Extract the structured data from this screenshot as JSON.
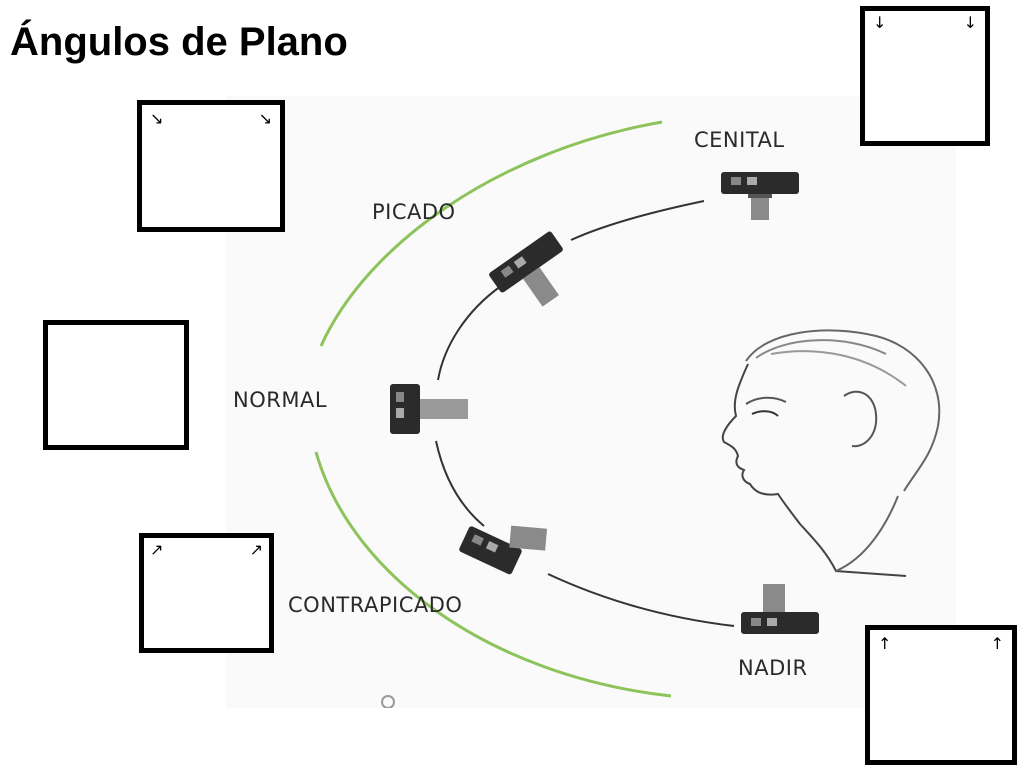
{
  "slide": {
    "title": "Ángulos de Plano"
  },
  "labels": {
    "cenital": "CENITAL",
    "picado": "PICADO",
    "normal": "NORMAL",
    "contrapicado": "CONTRAPICADO",
    "nadir": "NADIR"
  },
  "answer_boxes": {
    "top_right": {
      "arrow_left": "↓",
      "arrow_right": "↓"
    },
    "upper_left": {
      "arrow_left": "↘",
      "arrow_right": "↘"
    },
    "middle_left": {},
    "lower_left": {
      "arrow_left": "↗",
      "arrow_right": "↗"
    },
    "bottom_right": {
      "arrow_left": "↑",
      "arrow_right": "↑"
    }
  },
  "colors": {
    "outer_arc": "#8cc35a",
    "inner_arc": "#333333",
    "camera": "#2b2b2b",
    "box_border": "#000000"
  },
  "icons": {
    "camera": "camera-icon",
    "face": "face-profile-illustration"
  }
}
